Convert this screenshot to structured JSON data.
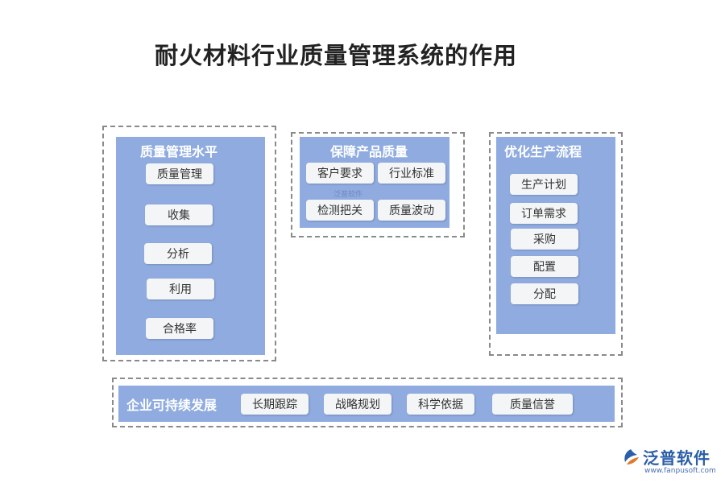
{
  "title": "耐火材料行业质量管理系统的作用",
  "groups": {
    "quality_level": {
      "title": "质量管理水平",
      "items": [
        "质量管理",
        "收集",
        "分析",
        "利用",
        "合格率"
      ]
    },
    "product_quality": {
      "title": "保障产品质量",
      "items": [
        "客户要求",
        "行业标准",
        "检测把关",
        "质量波动"
      ]
    },
    "optimize_flow": {
      "title": "优化生产流程",
      "items": [
        "生产计划",
        "订单需求",
        "采购",
        "配置",
        "分配"
      ]
    },
    "sustainable": {
      "title": "企业可持续发展",
      "items": [
        "长期跟踪",
        "战略规划",
        "科学依据",
        "质量信誉"
      ]
    }
  },
  "watermark": "泛普软件",
  "logo": {
    "name": "泛普软件",
    "url": "www.fanpusoft.com",
    "color": "#2b5ea7"
  },
  "colors": {
    "panel": "#8fabdf",
    "item_bg": "#f4f5f7",
    "dash": "#8a8a8a"
  }
}
